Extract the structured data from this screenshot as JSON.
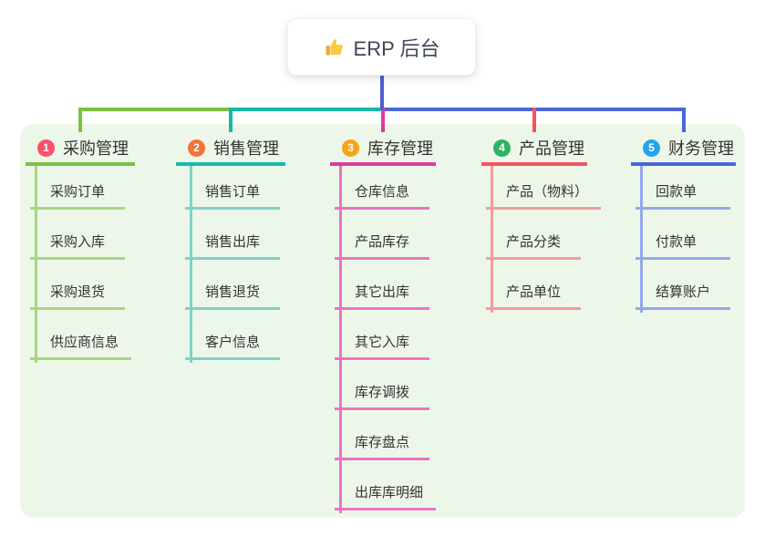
{
  "root": {
    "title": "ERP 后台",
    "icon": "thumbs-up-icon"
  },
  "colors": {
    "panel_background": "#edf7e9",
    "root_edge": "#4d5fd2",
    "root_text": "#3d4757",
    "node_text": "#333333"
  },
  "branches": [
    {
      "badge": "1",
      "label": "采购管理",
      "badge_color": "#f8526b",
      "accent_color": "#7cc142",
      "light_color": "#a9d583",
      "children": [
        "采购订单",
        "采购入库",
        "采购退货",
        "供应商信息"
      ]
    },
    {
      "badge": "2",
      "label": "销售管理",
      "badge_color": "#f2743c",
      "accent_color": "#16b9a8",
      "light_color": "#7fd2c6",
      "children": [
        "销售订单",
        "销售出库",
        "销售退货",
        "客户信息"
      ]
    },
    {
      "badge": "3",
      "label": "库存管理",
      "badge_color": "#f8a41b",
      "accent_color": "#dc3aa2",
      "light_color": "#ec74c2",
      "children": [
        "仓库信息",
        "产品库存",
        "其它出库",
        "其它入库",
        "库存调拨",
        "库存盘点",
        "出库库明细"
      ]
    },
    {
      "badge": "4",
      "label": "产品管理",
      "badge_color": "#2fb364",
      "accent_color": "#f4535e",
      "light_color": "#f59aa0",
      "children": [
        "产品（物料）",
        "产品分类",
        "产品单位"
      ]
    },
    {
      "badge": "5",
      "label": "财务管理",
      "badge_color": "#27a4e9",
      "accent_color": "#4a66d6",
      "light_color": "#92a8e8",
      "children": [
        "回款单",
        "付款单",
        "结算账户"
      ]
    }
  ]
}
